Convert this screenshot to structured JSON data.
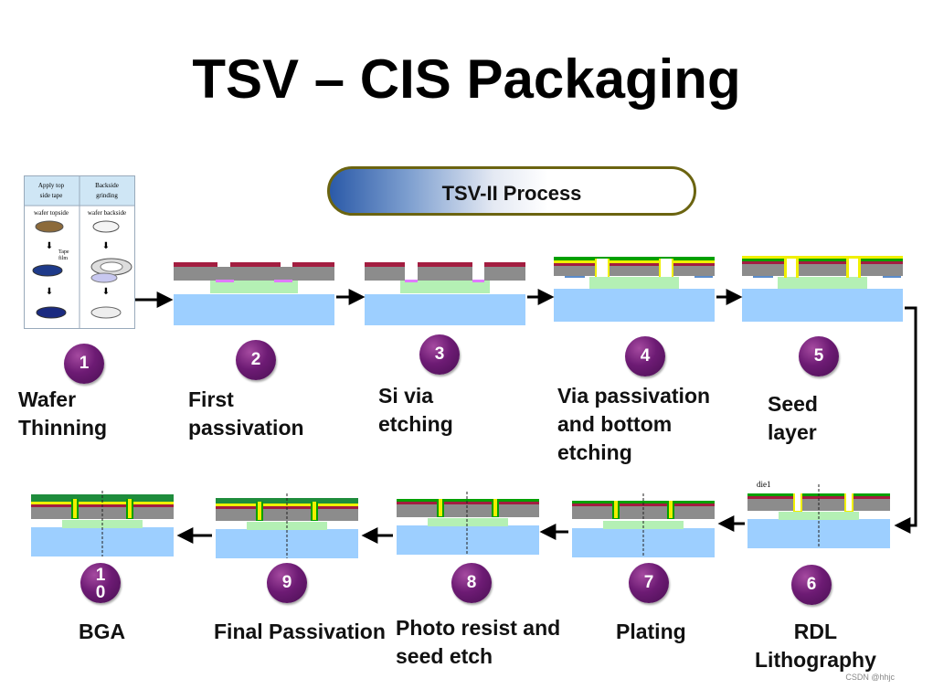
{
  "title": "TSV – CIS Packaging",
  "process_label": "TSV-II Process",
  "inset": {
    "col1_header": "Apply top\nside tape",
    "col2_header": "Backside\ngrinding",
    "col1_sub": "wafer topside",
    "col2_sub": "wafer backside",
    "tape_label": "Tape\nfilm"
  },
  "steps": [
    {
      "num": "1",
      "label": "Wafer\nThinning"
    },
    {
      "num": "2",
      "label": "First\npassivation"
    },
    {
      "num": "3",
      "label": "Si via\netching"
    },
    {
      "num": "4",
      "label": "Via passivation\nand bottom\netching"
    },
    {
      "num": "5",
      "label": "Seed\nlayer"
    },
    {
      "num": "6",
      "label": "RDL\nLithography"
    },
    {
      "num": "7",
      "label": "Plating"
    },
    {
      "num": "8",
      "label": "Photo resist and\nseed etch"
    },
    {
      "num": "9",
      "label": "Final Passivation"
    },
    {
      "num": "1\n0",
      "label": "BGA"
    }
  ],
  "die_label": "die1",
  "watermark": "CSDN @hhjc",
  "colors": {
    "badge": "#6d1b74",
    "glass": "#9dcfff",
    "silicon": "#8c8c8c",
    "pad": "#a31d40",
    "sensor": "#b4f0b4",
    "passivation": "#f0f000",
    "seed": "#00a000",
    "solder": "#1e8c3c"
  }
}
